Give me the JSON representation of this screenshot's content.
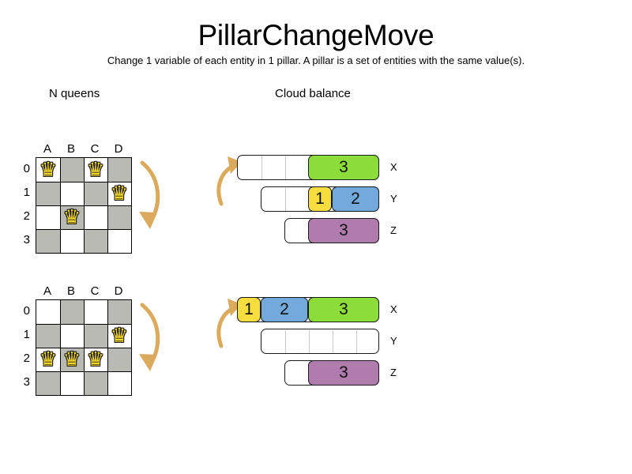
{
  "header": {
    "title": "PillarChangeMove",
    "subtitle": "Change 1 variable of each entity in 1 pillar. A pillar is a set of entities with the same value(s)."
  },
  "sections": {
    "nqueens_heading": "N queens",
    "cloud_heading": "Cloud balance"
  },
  "colors": {
    "light_square": "#ffffff",
    "dark_square": "#b9bab4",
    "queen": "#f2d629",
    "arrow": "#dbaa5c",
    "green": "#8cdd3a",
    "blue": "#74a9dc",
    "yellow": "#f7de3e",
    "purple": "#b07cae",
    "outline": "#1a1a1a"
  },
  "nqueens": {
    "column_labels": [
      "A",
      "B",
      "C",
      "D"
    ],
    "row_labels": [
      "0",
      "1",
      "2",
      "3"
    ],
    "queen_glyph": "♛",
    "boards": [
      {
        "name": "before",
        "queens": [
          {
            "col": 0,
            "row": 0
          },
          {
            "col": 2,
            "row": 0
          },
          {
            "col": 3,
            "row": 1
          },
          {
            "col": 1,
            "row": 2
          }
        ]
      },
      {
        "name": "after",
        "queens": [
          {
            "col": 3,
            "row": 1
          },
          {
            "col": 0,
            "row": 2
          },
          {
            "col": 1,
            "row": 2
          },
          {
            "col": 2,
            "row": 2
          }
        ]
      }
    ]
  },
  "cloud_balance": {
    "unit_width": 30,
    "groups": [
      {
        "name": "before",
        "bars": [
          {
            "label": "X",
            "capacity": 6,
            "segments": [
              {
                "value": "3",
                "size": 3,
                "color": "#8cdd3a"
              }
            ]
          },
          {
            "label": "Y",
            "capacity": 5,
            "segments": [
              {
                "value": "1",
                "size": 1,
                "color": "#f7de3e"
              },
              {
                "value": "2",
                "size": 2,
                "color": "#74a9dc"
              }
            ]
          },
          {
            "label": "Z",
            "capacity": 4,
            "segments": [
              {
                "value": "3",
                "size": 3,
                "color": "#b07cae"
              }
            ]
          }
        ]
      },
      {
        "name": "after",
        "bars": [
          {
            "label": "X",
            "capacity": 6,
            "segments": [
              {
                "value": "1",
                "size": 1,
                "color": "#f7de3e"
              },
              {
                "value": "2",
                "size": 2,
                "color": "#74a9dc"
              },
              {
                "value": "3",
                "size": 3,
                "color": "#8cdd3a"
              }
            ]
          },
          {
            "label": "Y",
            "capacity": 5,
            "segments": []
          },
          {
            "label": "Z",
            "capacity": 4,
            "segments": [
              {
                "value": "3",
                "size": 3,
                "color": "#b07cae"
              }
            ]
          }
        ]
      }
    ]
  }
}
